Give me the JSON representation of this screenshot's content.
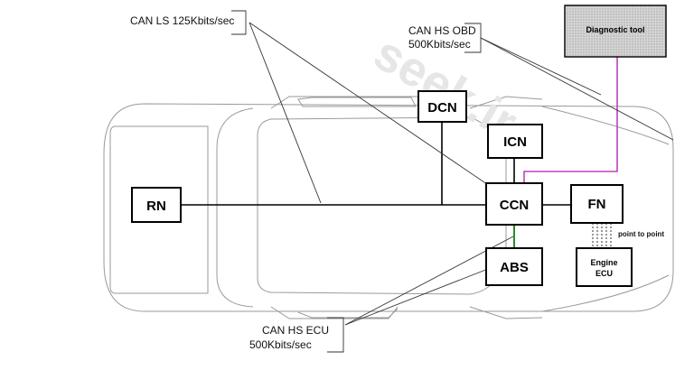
{
  "labels": {
    "can_ls": "CAN LS 125Kbits/sec",
    "can_hs_obd_1": "CAN HS OBD",
    "can_hs_obd_2": "500Kbits/sec",
    "can_hs_ecu_1": "CAN HS ECU",
    "can_hs_ecu_2": "500Kbits/sec",
    "point_to_point": "point to point"
  },
  "nodes": {
    "rn": "RN",
    "dcn": "DCN",
    "icn": "ICN",
    "ccn": "CCN",
    "fn": "FN",
    "abs": "ABS",
    "engine_1": "Engine",
    "engine_2": "ECU",
    "diagnostic_tool": "Diagnostic tool"
  },
  "colors": {
    "can_ls_bus": "#000000",
    "can_hs_obd_bus": "#c040c0",
    "can_hs_ecu_bus": "#2a8a2a",
    "diagnostic_fill": "#cfcfcf"
  }
}
